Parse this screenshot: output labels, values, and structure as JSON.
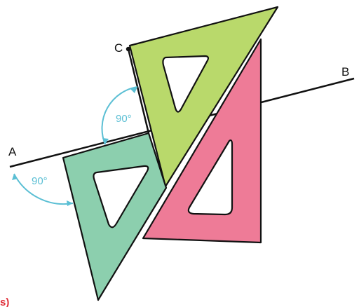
{
  "points": {
    "a": "A",
    "b": "B",
    "c": "C"
  },
  "angles": {
    "upper": "90°",
    "lower": "90°"
  },
  "caption": "s)",
  "colors": {
    "green_set_square": "#8ccfae",
    "lime_set_square": "#b9d96b",
    "pink_set_square": "#ee7b97",
    "arc": "#5bbfd4",
    "caption": "#e0303a",
    "outline": "#111111"
  }
}
